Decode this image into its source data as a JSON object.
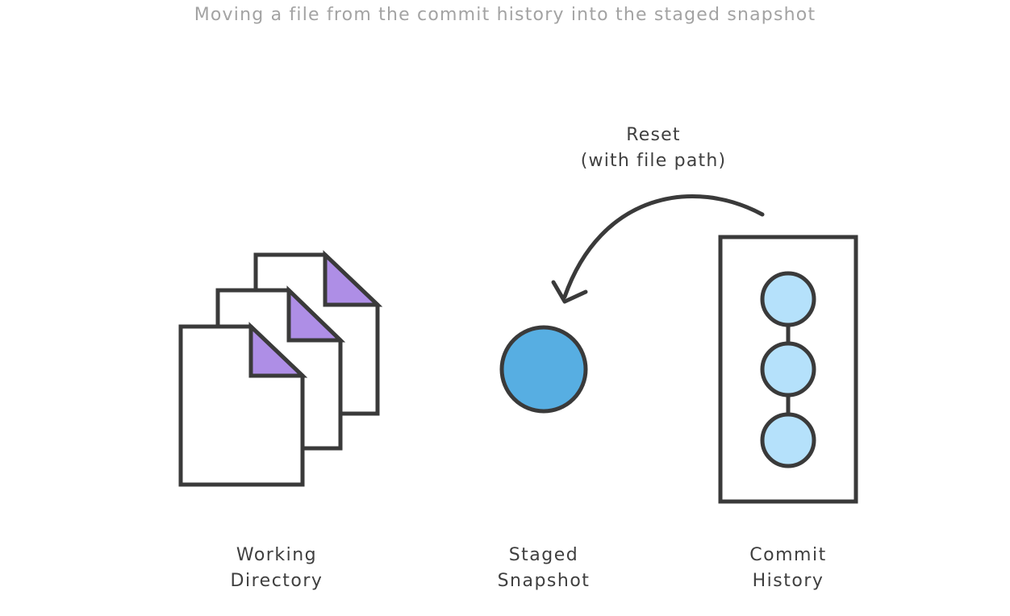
{
  "caption": "Moving a file from the commit history into the staged snapshot",
  "arrow": {
    "line1": "Reset",
    "line2": "(with file path)"
  },
  "columns": {
    "working": {
      "line1": "Working",
      "line2": "Directory"
    },
    "staged": {
      "line1": "Staged",
      "line2": "Snapshot"
    },
    "history": {
      "line1": "Commit",
      "line2": "History"
    }
  },
  "colors": {
    "stroke": "#3a3a3a",
    "page_fill": "#ffffff",
    "dogear_fill": "#ae8ee6",
    "staged_fill": "#57aee2",
    "commit_fill": "#b5e1fb",
    "caption_text": "#a3a3a3",
    "label_text": "#3f3f3f"
  },
  "commit_count": 3
}
